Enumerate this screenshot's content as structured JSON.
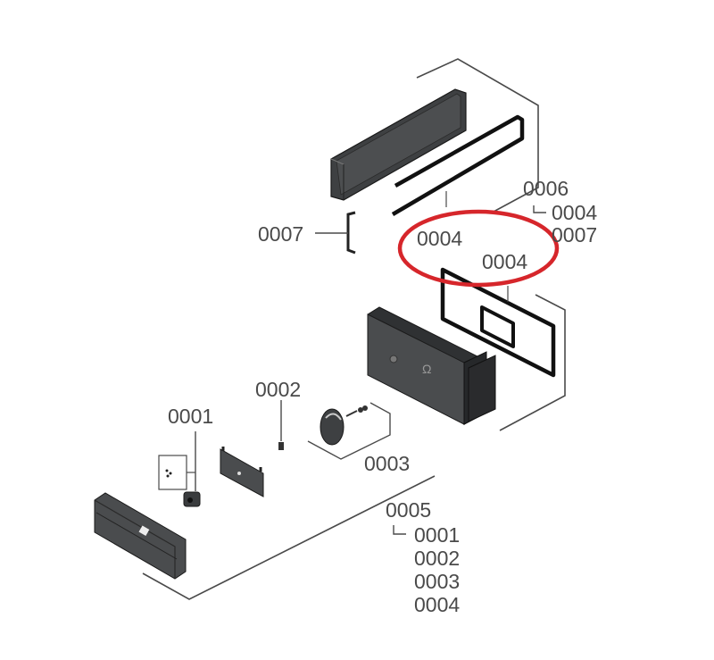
{
  "diagram": {
    "type": "exploded-parts-diagram",
    "highlight": {
      "shape": "ellipse",
      "color": "#d6262b",
      "encloses": [
        "0004",
        "0004"
      ]
    },
    "colors": {
      "part_fill": "#3e4042",
      "part_fill_light": "#5a5c5e",
      "outline": "#1a1a1a",
      "leader": "#4a4a4a",
      "label": "#4a4a4a"
    },
    "callouts": {
      "c0001": "0001",
      "c0002": "0002",
      "c0003": "0003",
      "c0004a": "0004",
      "c0004b": "0004",
      "c0007": "0007"
    },
    "assembly_0006": {
      "label": "0006",
      "children": [
        "0004",
        "0007"
      ]
    },
    "assembly_0005": {
      "label": "0005",
      "children": [
        "0001",
        "0002",
        "0003",
        "0004"
      ]
    }
  }
}
